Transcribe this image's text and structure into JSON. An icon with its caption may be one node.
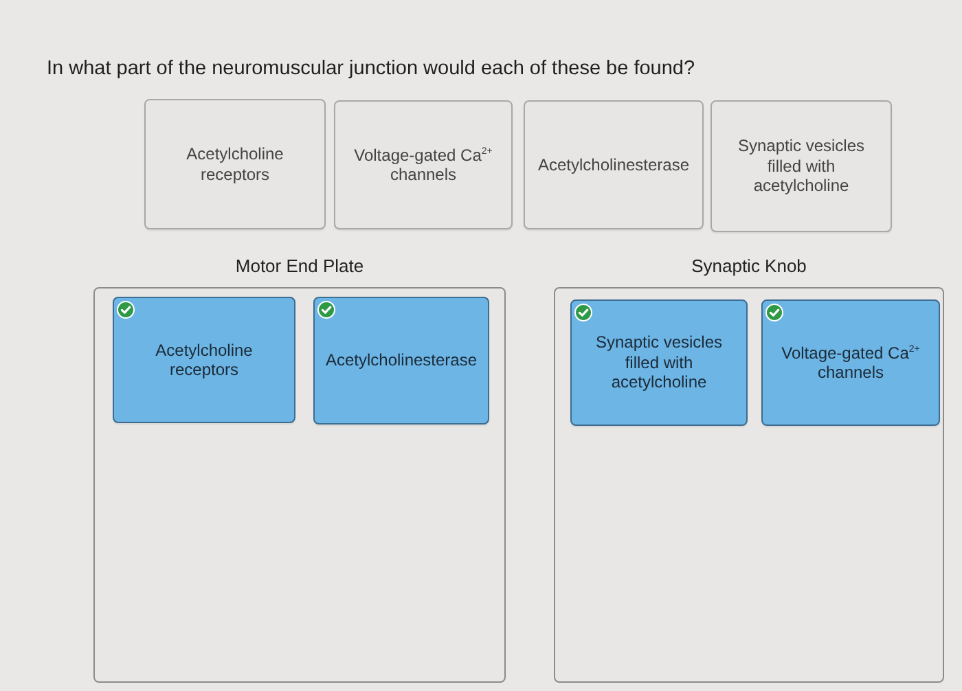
{
  "diagram": {
    "title": "In what part of the neuromuscular junction would each of these be found?",
    "nodes": [
      {
        "text": [
          "Acetylcholine receptors"
        ]
      },
      {
        "text": [
          "Voltage-gated Ca$^{2+}$ channels"
        ]
      },
      {
        "text": [
          "Acetylcholinesterase"
        ]
      },
      {
        "text": [
          "Synaptic vesicles filled with acetylcholine"
        ]
      },
      {
        "text": [
          "Motor End Plate"
        ]
      },
      {
        "text": [
          "Acetylcholine receptors"
        ],
        "in": 4
      },
      {
        "text": [
          "Acetylcholinesterase"
        ],
        "in": 4
      },
      {
        "text": [
          "Synaptic Knob"
        ]
      },
      {
        "text": [
          "Synaptic vesicles filled with acetylcholine"
        ],
        "in": 7
      },
      {
        "text": [
          "Voltage-gated Ca$^{2+}$ channels"
        ],
        "in": 7
      }
    ]
  }
}
